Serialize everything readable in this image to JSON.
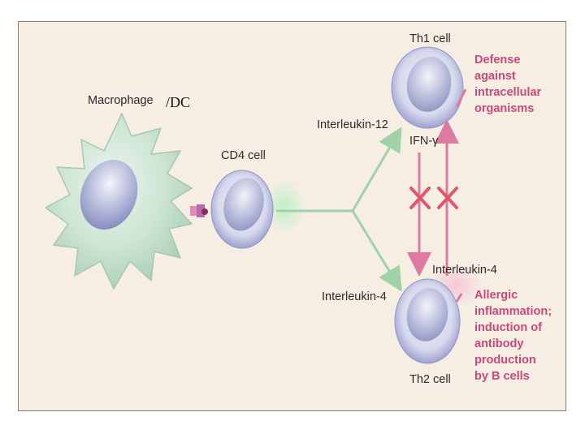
{
  "labels": {
    "macrophage": "Macrophage",
    "dc": "/DC",
    "cd4": "CD4 cell",
    "th1": "Th1 cell",
    "th2": "Th2 cell",
    "il12": "Interleukin-12",
    "il4_left": "Interleukin-4",
    "il4_right": "Interleukin-4",
    "ifn": "IFN-γ"
  },
  "outcomes": {
    "th1": "Defense\nagainst\nintracellular\norganisms",
    "th2": "Allergic\ninflammation;\ninduction of\nantibody\nproduction\nby B cells"
  },
  "colors": {
    "background": "#f6eee3",
    "arrow_green": "#9fd2a6",
    "arrow_pink": "#de7aa0",
    "cross_red": "#e0566a",
    "label_pink": "#c8497a",
    "macrophage": "#cfe6d6"
  }
}
